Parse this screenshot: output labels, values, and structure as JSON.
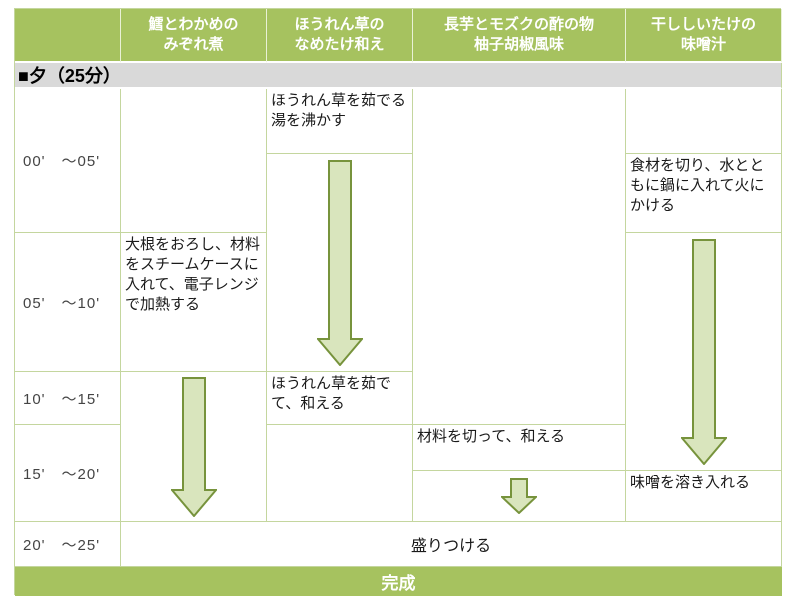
{
  "colors": {
    "header-green": "#a6c25f",
    "grid-green": "#c4d69e",
    "row-gray": "#d9d9d9",
    "arrow-fill": "#d9e5bd",
    "arrow-stroke": "#77933c",
    "header-text": "#ffffff",
    "body-text": "#1a1a1a"
  },
  "header": {
    "time_column_label": "",
    "dishes": [
      "鱈とわかめの\nみぞれ煮",
      "ほうれん草の\nなめたけ和え",
      "長芋とモズクの酢の物\n柚子胡椒風味",
      "干ししいたけの\n味噌汁"
    ]
  },
  "meal_row": {
    "label": "■夕（25分）"
  },
  "time_slots": [
    "00'　～05'",
    "05'　～10'",
    "10'　～15'",
    "15'　～20'",
    "20'　～25'"
  ],
  "tasks": {
    "dish1_05_10": "大根をおろし、材料をスチームケースに入れて、電子レンジで加熱する",
    "dish2_00_05": "ほうれん草を茹でる湯を沸かす",
    "dish2_10_15": "ほうれん草を茹でて、和える",
    "dish3_15_20": "材料を切って、和える",
    "dish4_00_05": "食材を切り、水とともに鍋に入れて火にかける",
    "dish4_15_20": "味噌を溶き入れる",
    "plating": "盛りつける"
  },
  "footer": {
    "label": "完成"
  },
  "arrows": [
    {
      "name": "dish1-progress-arrow",
      "span": "10'-20'"
    },
    {
      "name": "dish2-progress-arrow",
      "span": "00'-10'"
    },
    {
      "name": "dish3-progress-arrow",
      "span": "15'-20'"
    },
    {
      "name": "dish4-progress-arrow",
      "span": "05'-15'"
    }
  ]
}
